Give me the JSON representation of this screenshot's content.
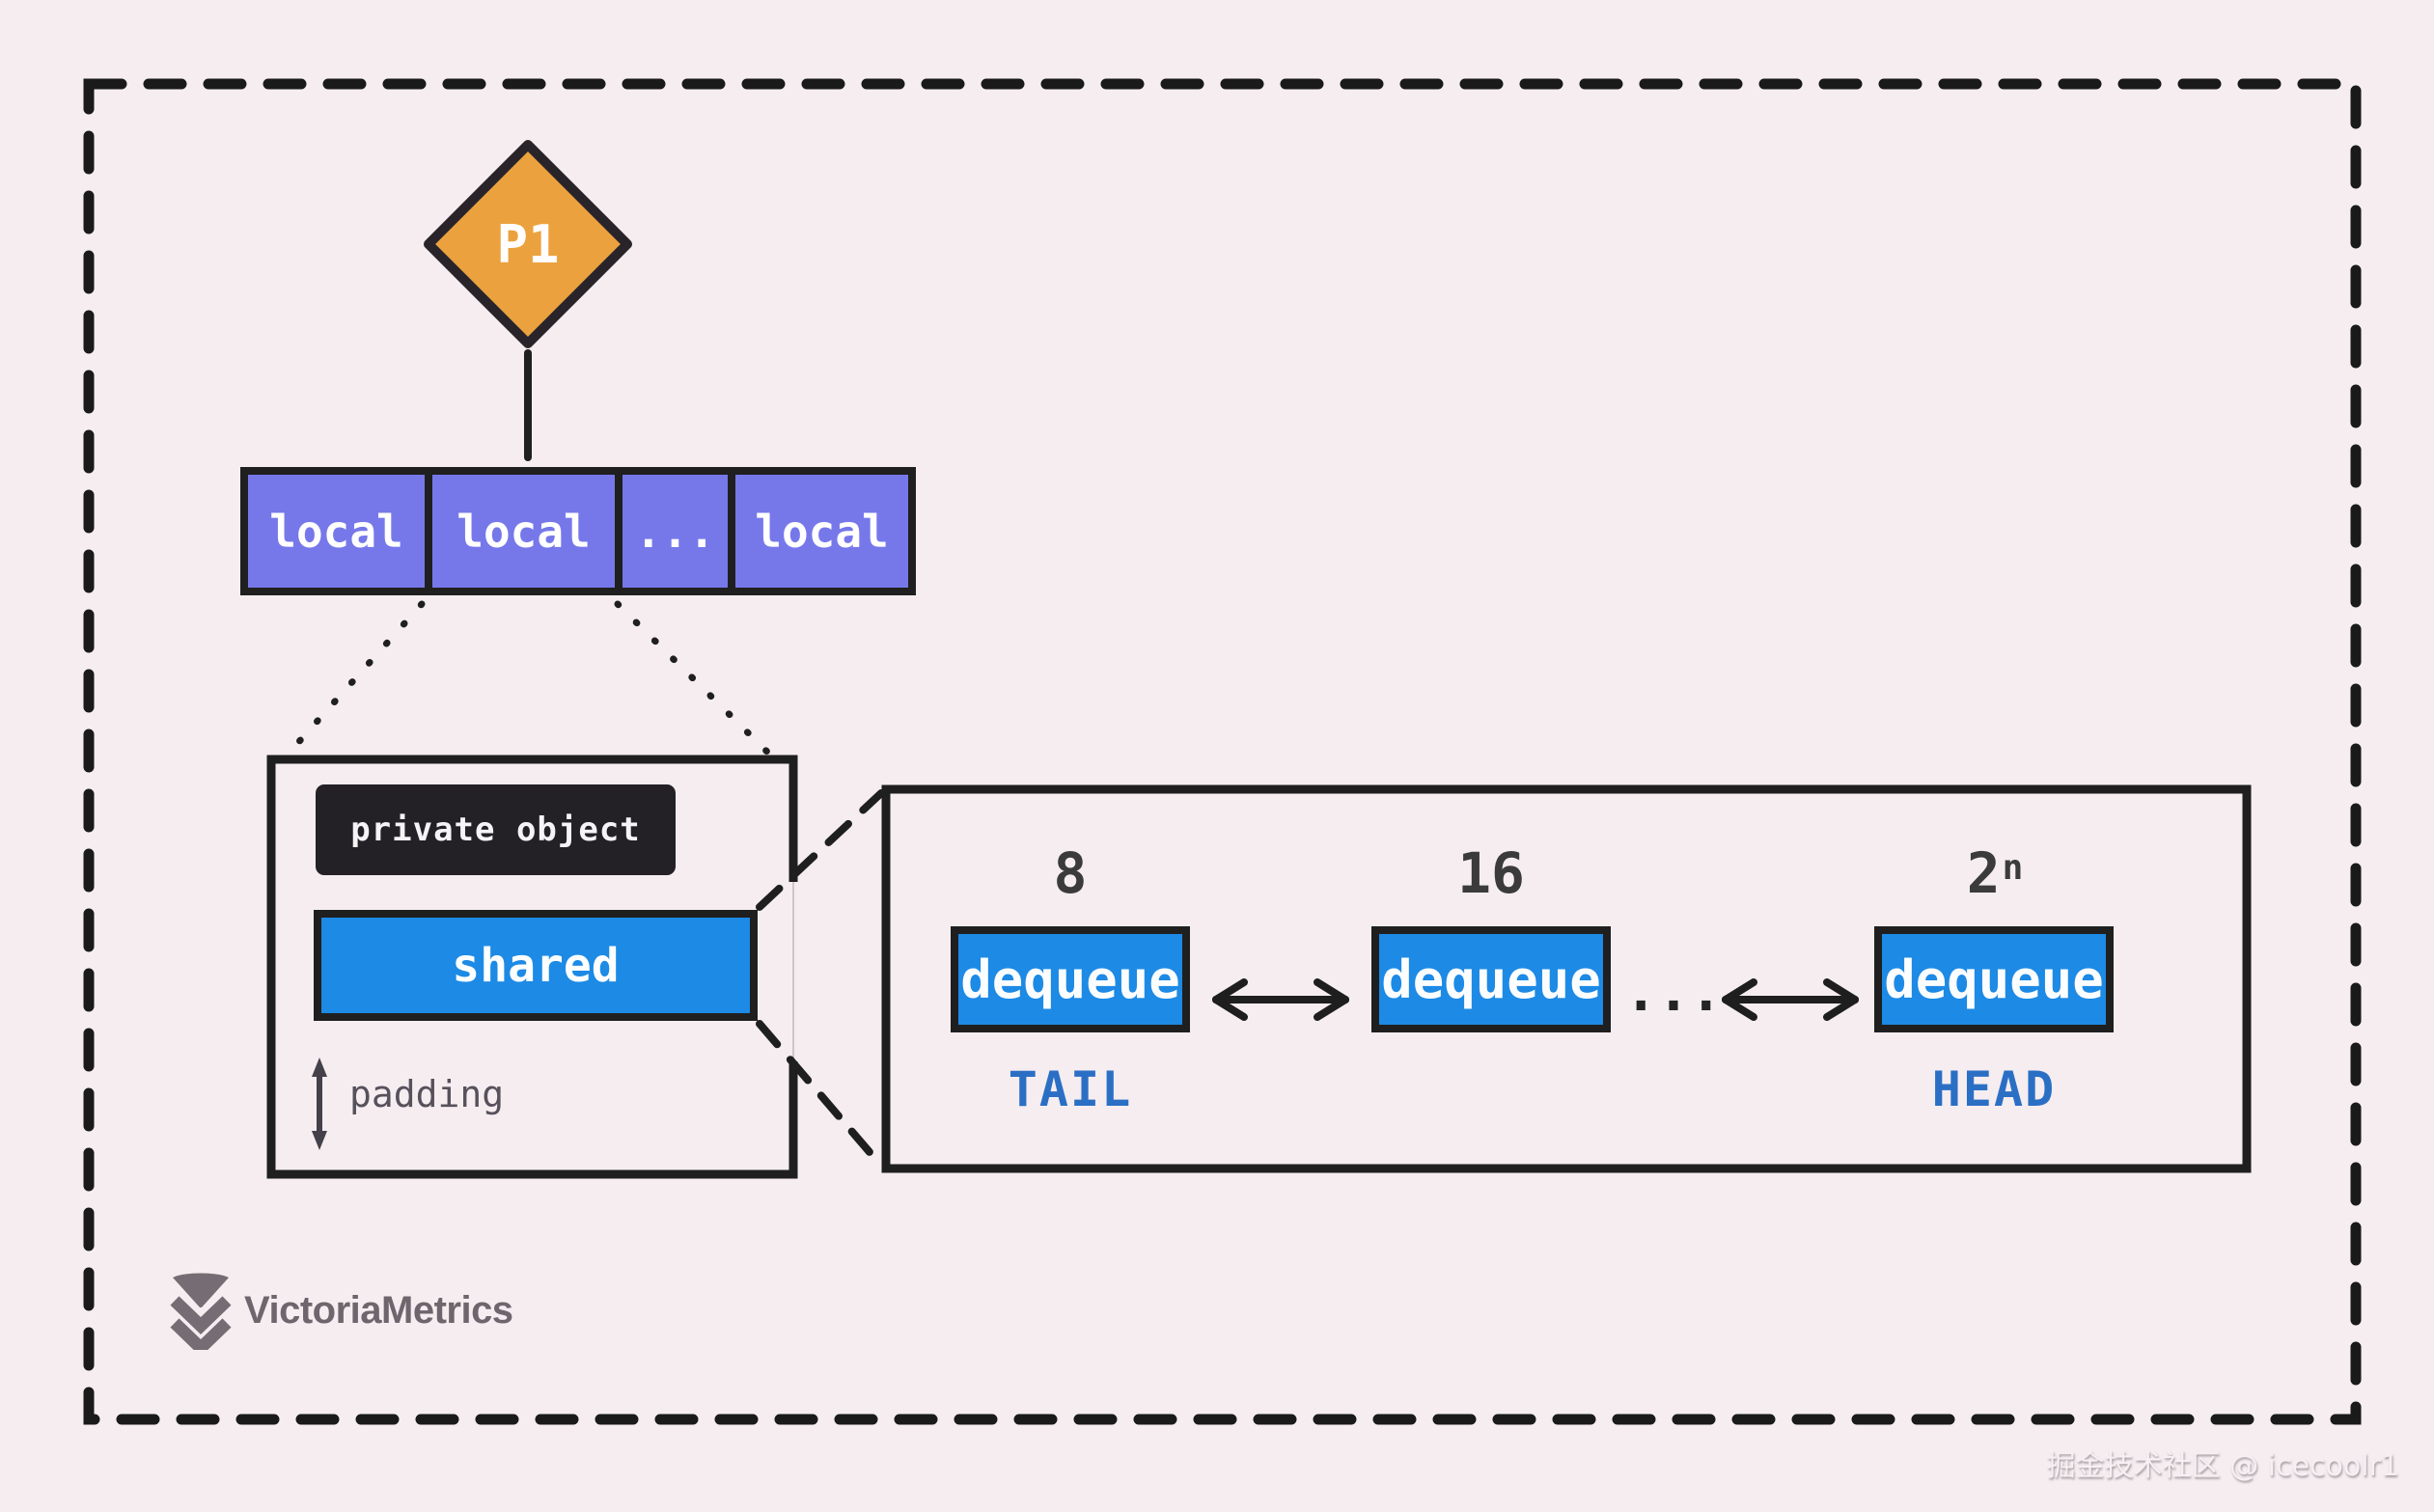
{
  "colors": {
    "background": "#f5edf0",
    "stroke_dark": "#1f1f1f",
    "processor_orange": "#eba23e",
    "local_purple": "#7678ea",
    "shared_blue": "#1d8ae5",
    "private_black": "#242126",
    "position_label_blue": "#2b6fc5",
    "logo_gray": "#756d73"
  },
  "processor": {
    "label": "P1"
  },
  "local_array": {
    "cells": [
      "local",
      "local",
      "...",
      "local"
    ]
  },
  "pool_local": {
    "private_label": "private object",
    "shared_label": "shared",
    "padding_label": "padding"
  },
  "dequeue_chain": {
    "ellipsis": "...",
    "items": [
      {
        "size": "8",
        "label": "dequeue",
        "position": "TAIL"
      },
      {
        "size": "16",
        "label": "dequeue",
        "position": ""
      },
      {
        "size": "2",
        "size_exponent": "n",
        "label": "dequeue",
        "position": "HEAD"
      }
    ]
  },
  "branding": {
    "name": "VictoriaMetrics"
  },
  "watermark": {
    "text": "掘金技术社区 @ icecoolr1"
  }
}
